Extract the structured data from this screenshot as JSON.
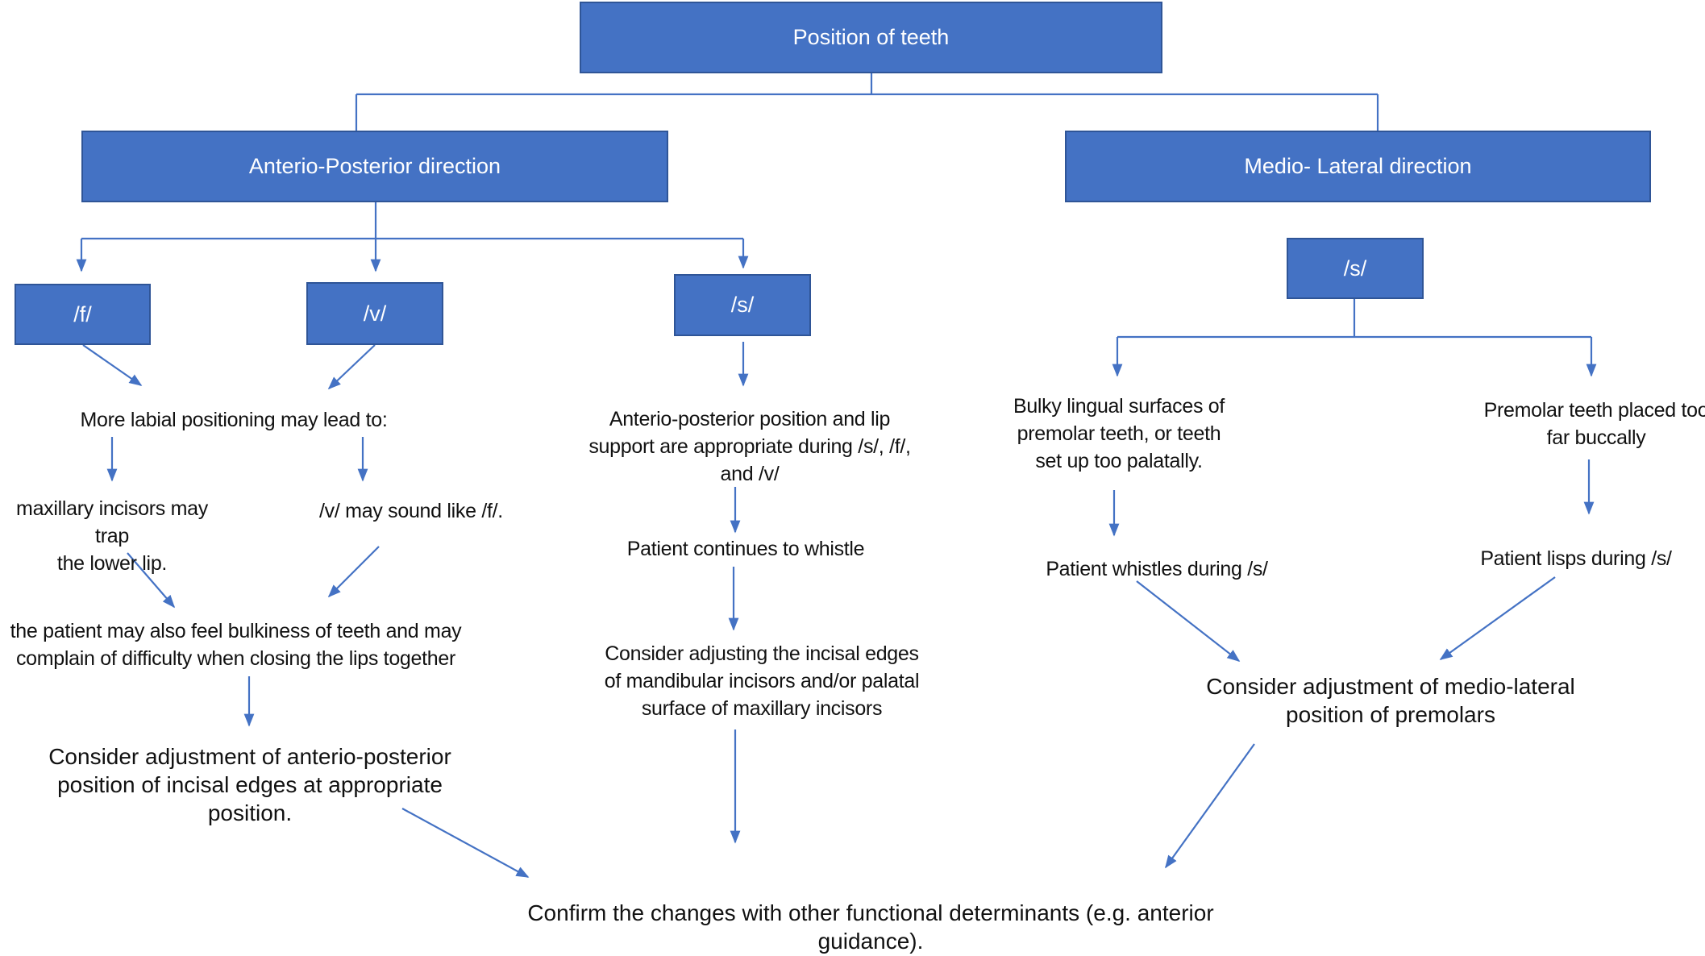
{
  "boxes": {
    "root": "Position of teeth",
    "ap": "Anterio-Posterior direction",
    "ml": "Medio- Lateral direction",
    "f": "/f/",
    "v": "/v/",
    "s_ap": "/s/",
    "s_ml": "/s/"
  },
  "texts": {
    "labial": "More labial positioning may lead to:",
    "maxillary": "maxillary incisors may trap\nthe lower lip.",
    "v_sound": "/v/ may sound like /f/.",
    "bulkiness": "the patient may also feel bulkiness of teeth and may\ncomplain of difficulty when closing the lips together",
    "consider_ap": "Consider adjustment of anterio-posterior\nposition of incisal edges at appropriate\nposition.",
    "ap_appropriate": "Anterio-posterior position and lip\nsupport are appropriate during /s/, /f/,\nand /v/",
    "whistle_continue": "Patient continues to whistle",
    "consider_incisal": "Consider adjusting the incisal edges\nof mandibular incisors and/or palatal\nsurface of maxillary incisors",
    "bulky_lingual": "Bulky lingual surfaces of\npremolar teeth, or teeth\nset up too palatally.",
    "premolar_buccal": "Premolar teeth placed too\nfar buccally",
    "whistles_s": "Patient whistles during /s/",
    "lisps_s": "Patient lisps during /s/",
    "consider_ml": "Consider adjustment of medio-lateral\nposition of premolars",
    "confirm": "Confirm the changes with other functional determinants (e.g. anterior\nguidance)."
  },
  "colors": {
    "box_fill": "#4472C4",
    "box_border": "#2F5597",
    "connector": "#4472C4"
  }
}
